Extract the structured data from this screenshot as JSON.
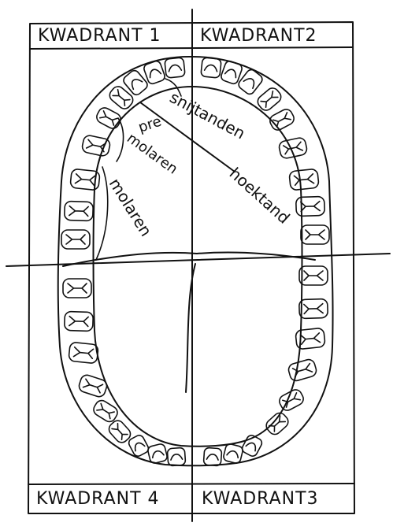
{
  "quadrant_labels": {
    "q1": "KWADRANT 1",
    "q2": "KWADRANT2",
    "q3": "KWADRANT3",
    "q4": "KWADRANT 4"
  },
  "tooth_labels": {
    "snijtanden": "snijtanden",
    "hoektand": "hoektand",
    "premolaren_pre": "pre",
    "premolaren_rest": "molaren",
    "molaren": "molaren"
  },
  "colors": {
    "ink": "#111111",
    "paper": "#ffffff"
  }
}
